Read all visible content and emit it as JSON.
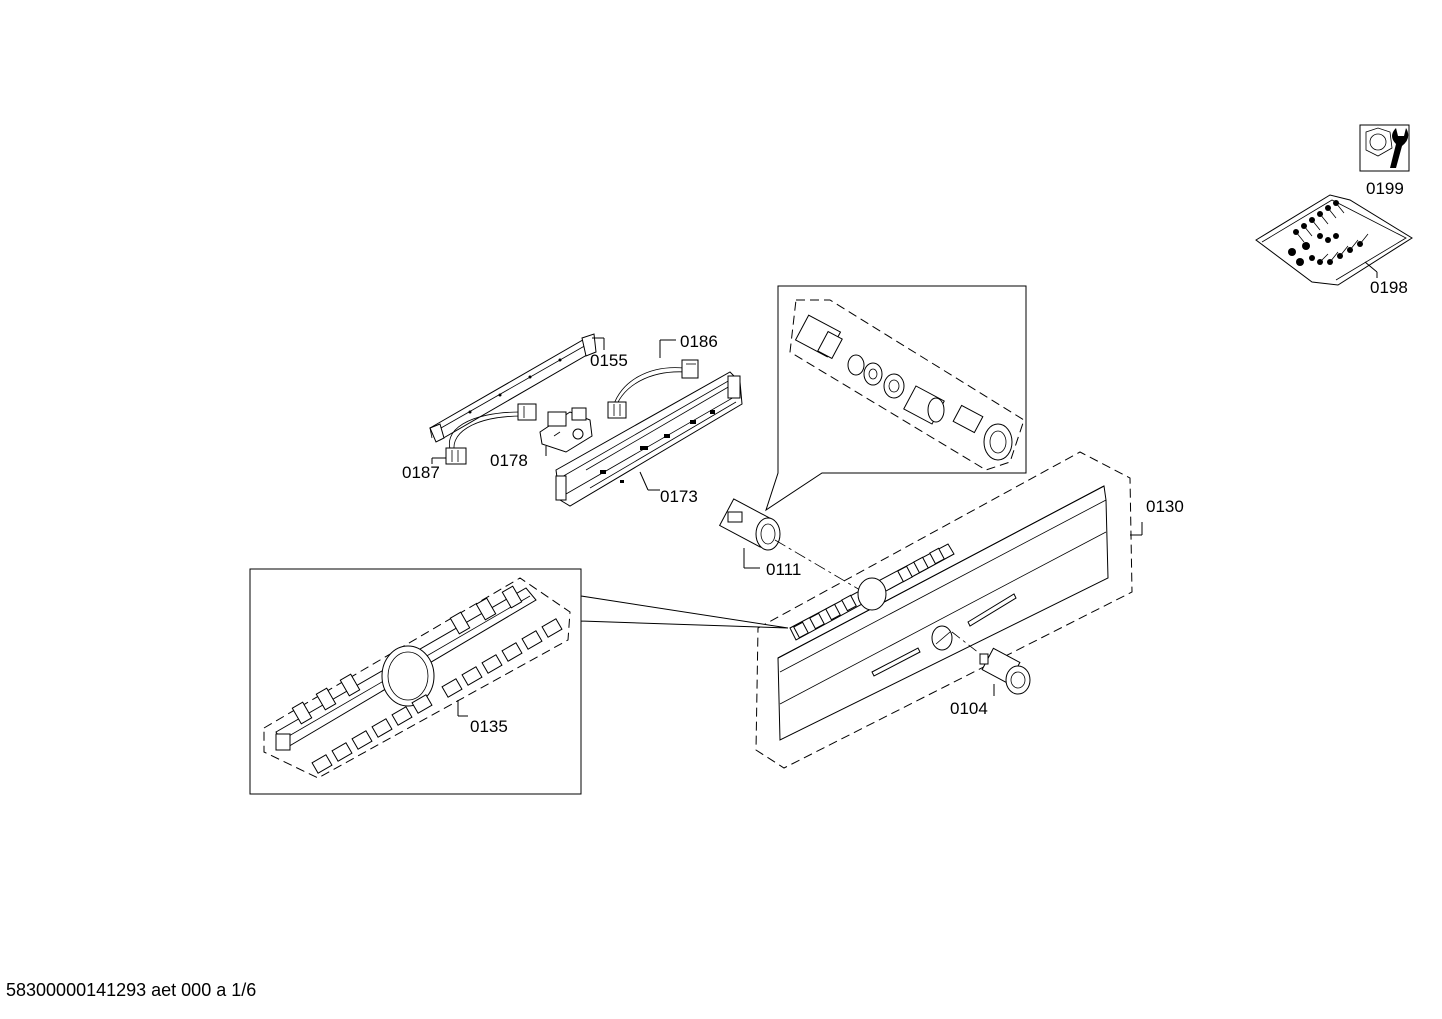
{
  "labels": {
    "p0199": "0199",
    "p0198": "0198",
    "p0186": "0186",
    "p0155": "0155",
    "p0187": "0187",
    "p0178": "0178",
    "p0173": "0173",
    "p0130": "0130",
    "p0111": "0111",
    "p0135": "0135",
    "p0104": "0104"
  },
  "footer": {
    "doc_id": "58300000141293 aet 000 a 1/6"
  }
}
